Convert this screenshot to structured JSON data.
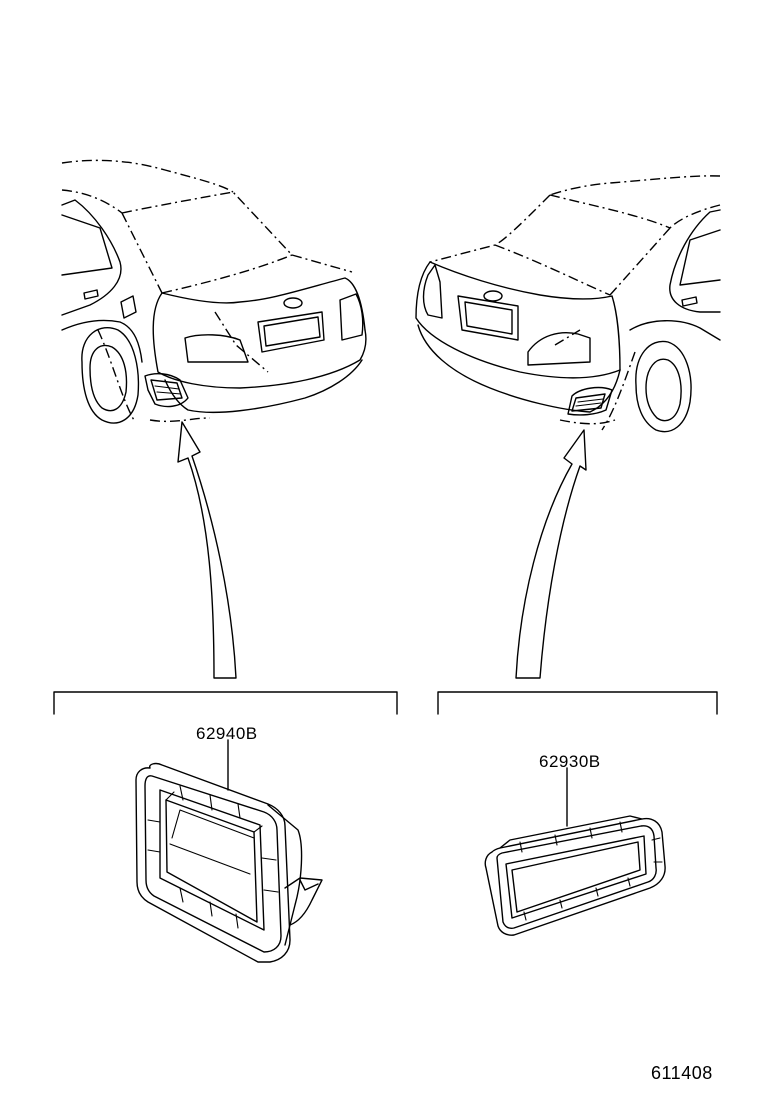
{
  "parts": {
    "left_part_number": "62940B",
    "right_part_number": "62930B"
  },
  "figure_number": "611408",
  "icons": [
    "car-left-rear-view-icon",
    "car-right-rear-view-icon",
    "vent-duct-left-icon",
    "vent-duct-right-icon",
    "pointer-arrow-icon"
  ]
}
